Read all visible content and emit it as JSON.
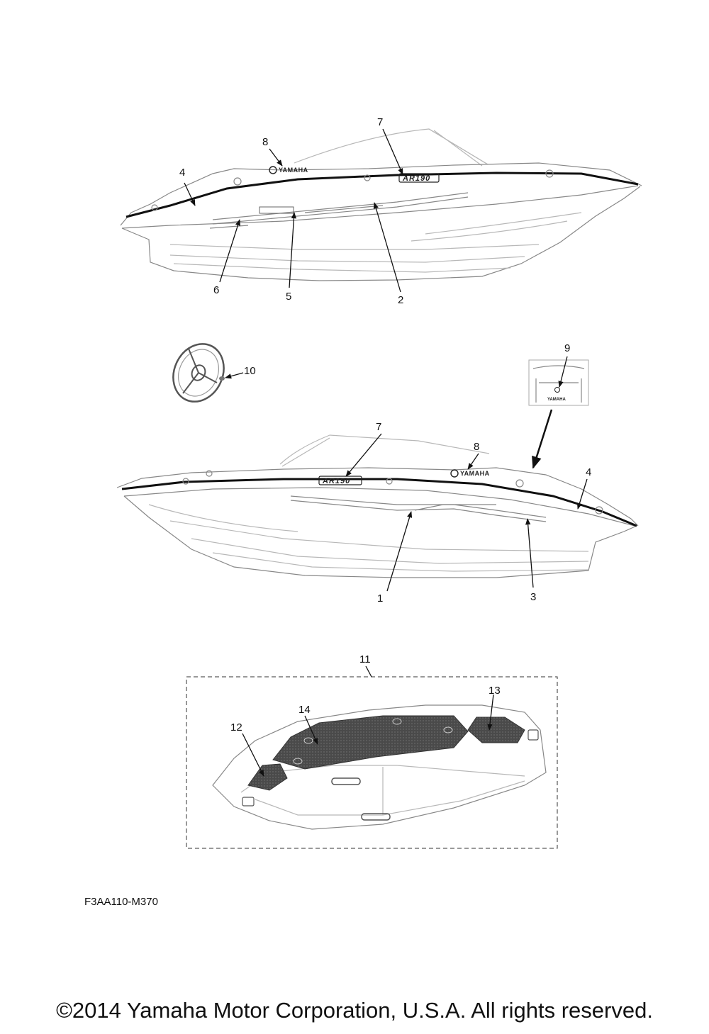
{
  "diagram": {
    "callouts": {
      "c1": "1",
      "c2": "2",
      "c3": "3",
      "c4a": "4",
      "c4b": "4",
      "c5": "5",
      "c6": "6",
      "c7a": "7",
      "c7b": "7",
      "c8a": "8",
      "c8b": "8",
      "c9": "9",
      "c10": "10",
      "c11": "11",
      "c12": "12",
      "c13": "13",
      "c14": "14"
    },
    "logo_text": "YAMAHA",
    "model_text": "AR190"
  },
  "figure_code": "F3AA110-M370",
  "copyright": "©2014 Yamaha Motor Corporation, U.S.A. All rights reserved.",
  "colors": {
    "ink": "#111111",
    "hull_line": "#b8b8b8",
    "mat": "#4a4a4a",
    "background": "#ffffff"
  }
}
